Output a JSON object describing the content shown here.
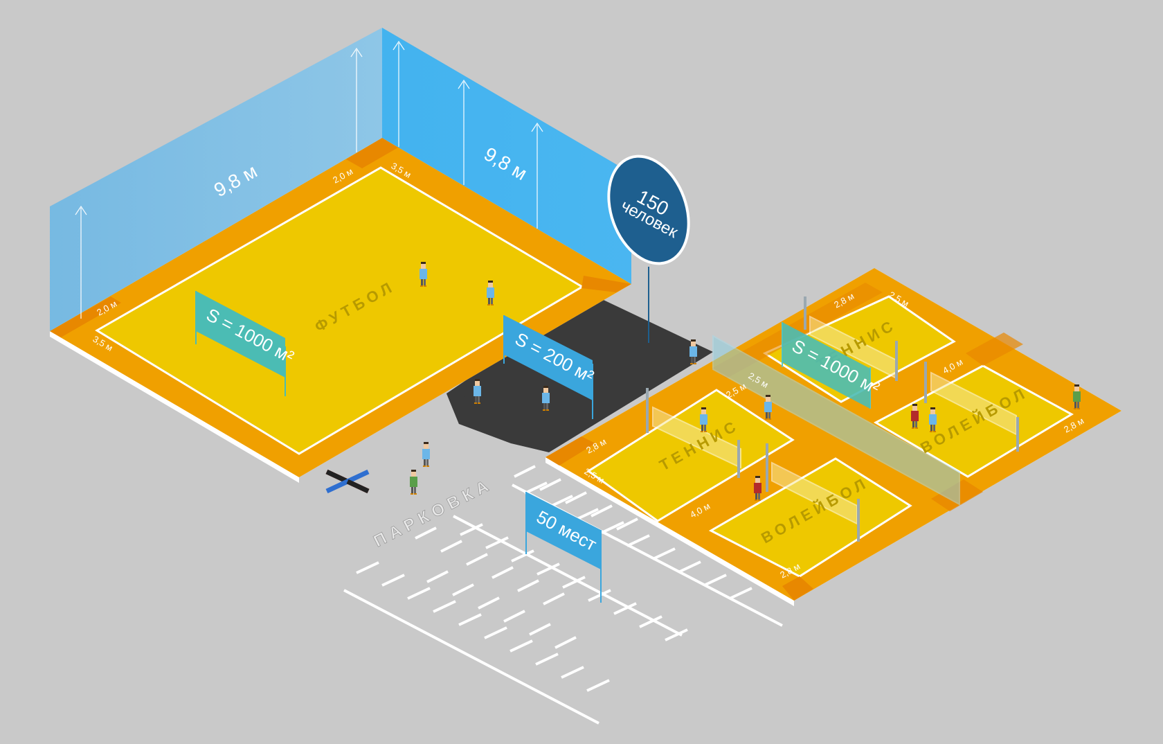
{
  "colors": {
    "background": "#c9c9c9",
    "court_border": "#f0a000",
    "court_field": "#eec800",
    "wall": "#7bbce4",
    "wall_light": "#44b4f2",
    "hall_floor": "#3a3a3a",
    "sign_green": "#4bbcb4",
    "sign_blue": "#3aa6dd",
    "badge": "#1e5f8f"
  },
  "football": {
    "label": "ФУТБОЛ",
    "area_sign": "S = 1000 м²",
    "wall_height_left": "9,8 м",
    "wall_height_right": "9,8 м",
    "dims": {
      "top_a": "2,0 м",
      "top_b": "3,5 м",
      "left_a": "2,0 м",
      "left_b": "3,5 м"
    }
  },
  "hall": {
    "area_sign": "S = 200 м²",
    "capacity_number": "150",
    "capacity_unit": "человек"
  },
  "courts": {
    "area_sign": "S = 1000 м²",
    "labels": {
      "tennis_1": "ТЕННИС",
      "tennis_2": "ТЕННИС",
      "volleyball_1": "ВОЛЕЙБОЛ",
      "volleyball_2": "ВОЛЕЙБОЛ"
    },
    "dims": {
      "top_a": "2,8 м",
      "top_b": "2,5 м",
      "mid_a": "2,5 м",
      "mid_b": "2,5 м",
      "center": "4,0 м",
      "left_a": "2,8 м",
      "left_b": "2,5 м",
      "bottom_mid": "4,0 м",
      "bottom": "2,8 м",
      "right": "2,8 м"
    }
  },
  "parking": {
    "label": "ПАРКОВКА",
    "sign": "50 мест"
  }
}
